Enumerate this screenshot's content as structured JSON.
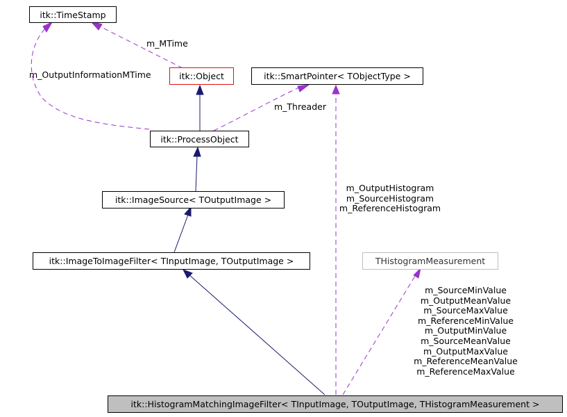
{
  "nodes": {
    "timestamp": "itk::TimeStamp",
    "object": "itk::Object",
    "smartpointer": "itk::SmartPointer< TObjectType >",
    "processobject": "itk::ProcessObject",
    "imagesource": "itk::ImageSource< TOutputImage >",
    "imagetoimage": "itk::ImageToImageFilter< TInputImage, TOutputImage >",
    "histmeasure": "THistogramMeasurement",
    "main": "itk::HistogramMatchingImageFilter< TInputImage, TOutputImage, THistogramMeasurement >"
  },
  "edge_labels": {
    "mtime": "m_MTime",
    "outputinfo": "m_OutputInformationMTime",
    "threader": "m_Threader",
    "histograms": [
      "m_OutputHistogram",
      "m_SourceHistogram",
      "m_ReferenceHistogram"
    ],
    "values": [
      "m_SourceMinValue",
      "m_OutputMeanValue",
      "m_SourceMaxValue",
      "m_ReferenceMinValue",
      "m_OutputMinValue",
      "m_SourceMeanValue",
      "m_OutputMaxValue",
      "m_ReferenceMeanValue",
      "m_ReferenceMaxValue"
    ]
  },
  "colors": {
    "inheritance": "#1a1a6e",
    "usage": "#9a32cd",
    "object_border": "#dd1111",
    "template_border": "#bfbfbf",
    "main_fill": "#bfbfbf"
  }
}
